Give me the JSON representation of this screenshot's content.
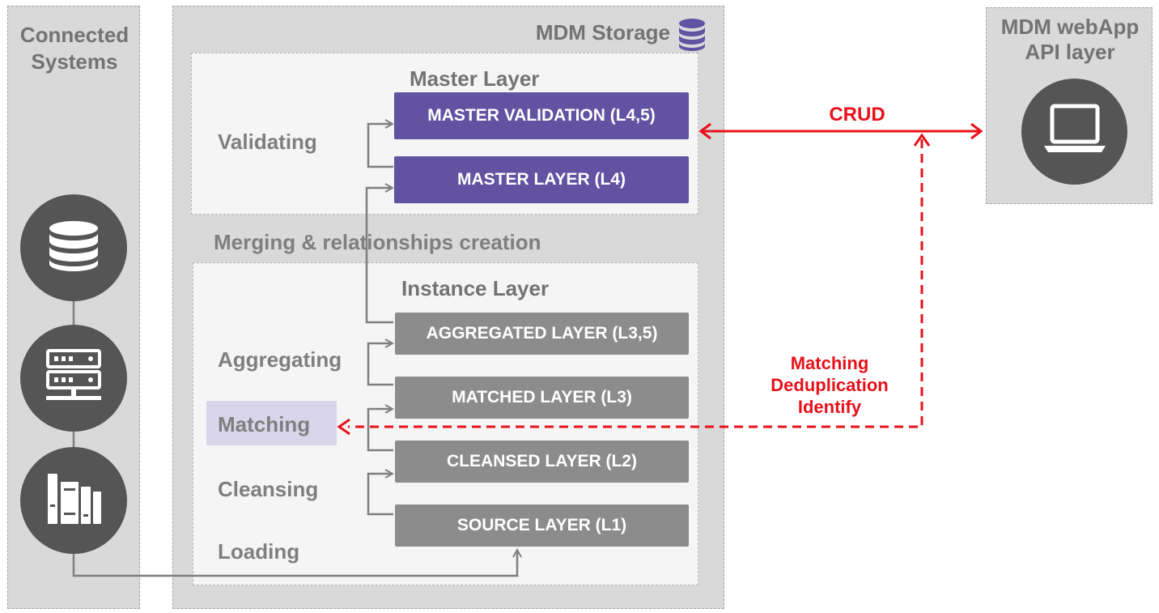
{
  "panels": {
    "connected_systems": {
      "title_line1": "Connected",
      "title_line2": "Systems"
    },
    "mdm_storage": {
      "title": "MDM Storage",
      "icon": "database-icon"
    },
    "webapp": {
      "title_line1": "MDM webApp",
      "title_line2": "API layer",
      "icon": "laptop-icon"
    }
  },
  "master_layer": {
    "title": "Master Layer",
    "process_label": "Validating",
    "boxes": [
      "MASTER VALIDATION (L4,5)",
      "MASTER LAYER (L4)"
    ]
  },
  "merging_label": "Merging & relationships creation",
  "instance_layer": {
    "title": "Instance Layer",
    "process_labels": {
      "aggregating": "Aggregating",
      "matching": "Matching",
      "cleansing": "Cleansing",
      "loading": "Loading"
    },
    "boxes": [
      "AGGREGATED LAYER (L3,5)",
      "MATCHED LAYER (L3)",
      "CLEANSED LAYER (L2)",
      "SOURCE LAYER (L1)"
    ]
  },
  "connections": {
    "crud_label": "CRUD",
    "matching_lines": [
      "Matching",
      "Deduplication",
      "Identify"
    ]
  },
  "source_icons": [
    "database-icon",
    "server-icon",
    "archive-icon"
  ],
  "colors": {
    "master_box": "#6252a2",
    "instance_box": "#8c8c8c",
    "highlight": "#d9d5ea",
    "arrow_red": "#e8111a",
    "icon_circle": "#555555"
  }
}
